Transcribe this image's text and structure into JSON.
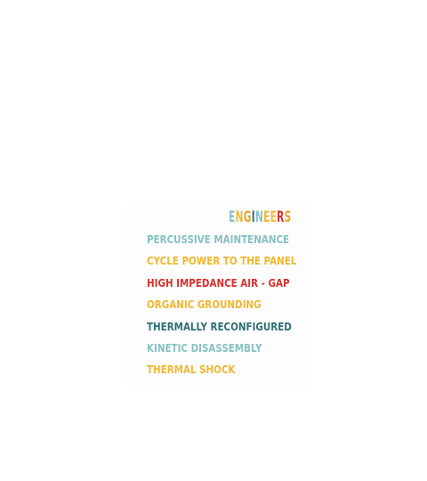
{
  "title": {
    "letters": [
      {
        "char": "E",
        "color": "#86c1c4"
      },
      {
        "char": "N",
        "color": "#f1b731"
      },
      {
        "char": "G",
        "color": "#e7a52b"
      },
      {
        "char": "I",
        "color": "#2f6f73"
      },
      {
        "char": "N",
        "color": "#86c1c4"
      },
      {
        "char": "E",
        "color": "#f1b731"
      },
      {
        "char": "E",
        "color": "#f2bc3a"
      },
      {
        "char": "R",
        "color": "#d6322e"
      },
      {
        "char": "S",
        "color": "#e7a52b"
      }
    ]
  },
  "lines": [
    {
      "text": "PERCUSSIVE MAINTENANCE",
      "color": "#86c1c4"
    },
    {
      "text": "CYCLE POWER TO THE PANEL",
      "color": "#f1b731"
    },
    {
      "text": "HIGH IMPEDANCE AIR - GAP",
      "color": "#d6322e"
    },
    {
      "text": "ORGANIC GROUNDING",
      "color": "#f1b731"
    },
    {
      "text": "THERMALLY RECONFIGURED",
      "color": "#2f6f73"
    },
    {
      "text": "KINETIC DISASSEMBLY",
      "color": "#86c1c4"
    },
    {
      "text": "THERMAL SHOCK",
      "color": "#f1b731"
    }
  ]
}
